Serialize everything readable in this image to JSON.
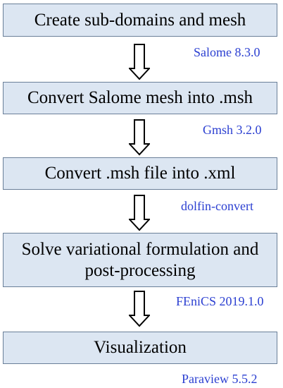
{
  "steps": [
    {
      "label": "Create sub-domains  and mesh",
      "tool": "Salome 8.3.0"
    },
    {
      "label": "Convert Salome mesh into .msh",
      "tool": "Gmsh 3.2.0"
    },
    {
      "label": "Convert .msh file into .xml",
      "tool": "dolfin-convert"
    },
    {
      "label": "Solve variational  formulation and\npost-processing",
      "tool": "FEniCS 2019.1.0"
    },
    {
      "label": "Visualization",
      "tool": "Paraview 5.5.2"
    }
  ],
  "colors": {
    "box_fill": "#dce6f2",
    "box_border": "#6a7f98",
    "tool_text": "#2b3fd1",
    "arrow_stroke": "#000000",
    "arrow_fill": "#ffffff"
  },
  "icons": {
    "flow_arrow": "down-arrow-outline-icon"
  }
}
